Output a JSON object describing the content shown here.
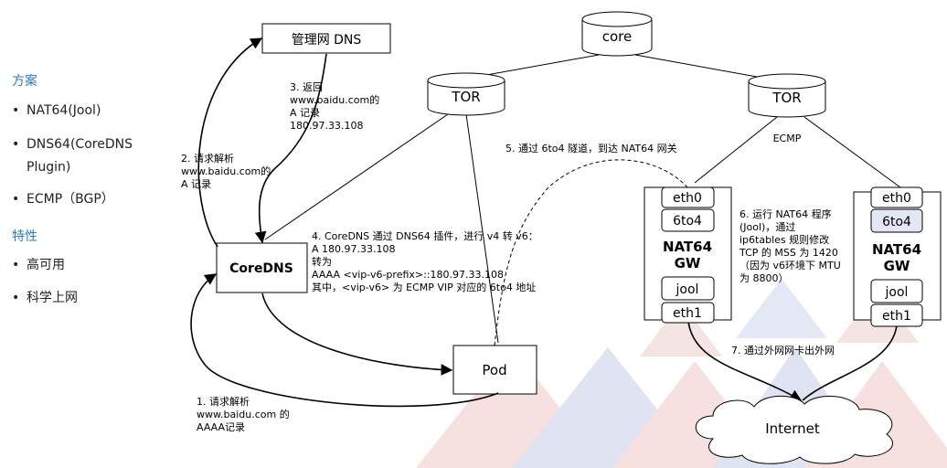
{
  "sidebar": {
    "section1_title": "方案",
    "section1_items": [
      "NAT64(Jool)",
      "DNS64(CoreDNS",
      "Plugin)",
      "ECMP（BGP）"
    ],
    "section2_title": "特性",
    "section2_items": [
      "高可用",
      "科学上网"
    ]
  },
  "nodes": {
    "mgmt_dns": "管理网 DNS",
    "core": "core",
    "tor_left": "TOR",
    "tor_right": "TOR",
    "ecmp": "ECMP",
    "coredns": "CoreDNS",
    "pod": "Pod",
    "internet": "Internet",
    "gw1": {
      "eth0": "eth0",
      "sixto4": "6to4",
      "title1": "NAT64",
      "title2": "GW",
      "jool": "jool",
      "eth1": "eth1"
    },
    "gw2": {
      "eth0": "eth0",
      "sixto4": "6to4",
      "title1": "NAT64",
      "title2": "GW",
      "jool": "jool",
      "eth1": "eth1"
    }
  },
  "annotations": {
    "step1": [
      "1. 请求解析",
      "www.baidu.com 的",
      "AAAA记录"
    ],
    "step2": [
      "2. 请求解析",
      "www.baidu.com的",
      "A 记录"
    ],
    "step3": [
      "3. 返回",
      "www.baidu.com的",
      "A 记录",
      "180.97.33.108"
    ],
    "step4": [
      "4. CoreDNS 通过 DNS64 插件，进行 v4 转 v6：",
      "A 180.97.33.108",
      "转为",
      "AAAA <vip-v6-prefix>::180.97.33.108",
      "其中，<vip-v6> 为 ECMP VIP 对应的 6to4 地址"
    ],
    "step5": "5. 通过 6to4 隧道，到达 NAT64 网关",
    "step6": [
      "6. 运行 NAT64 程序",
      "(Jool)，通过",
      "ip6tables 规则修改",
      "TCP 的 MSS 为 1420",
      "（因为 v6环境下 MTU",
      "为 8800）"
    ],
    "step7": "7. 通过外网网卡出外网"
  },
  "colors": {
    "accent": "#2e7bb8",
    "watermark_red": "#f6dede",
    "watermark_blue": "#dfe4f3",
    "gw2_box": "#e3e6f5"
  }
}
